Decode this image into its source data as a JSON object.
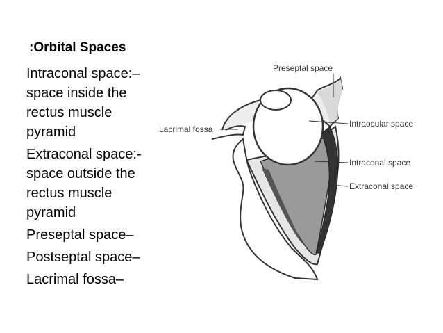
{
  "slide": {
    "title": ":Orbital Spaces",
    "bullets": [
      {
        "lines": [
          "Intraconal space:–",
          "space inside the",
          "rectus muscle",
          "pyramid"
        ]
      },
      {
        "lines": [
          "Extraconal space:-",
          "space outside the",
          "rectus muscle",
          "pyramid"
        ]
      },
      {
        "lines": [
          "Preseptal space–"
        ]
      },
      {
        "lines": [
          "Postseptal space–"
        ]
      },
      {
        "lines": [
          "Lacrimal fossa–"
        ]
      }
    ]
  },
  "diagram": {
    "labels": {
      "preseptal": "Preseptal space",
      "lacrimal": "Lacrimal fossa",
      "intraocular": "Intraocular space",
      "intraconal": "Intraconal space",
      "extraconal": "Extraconal space"
    }
  }
}
